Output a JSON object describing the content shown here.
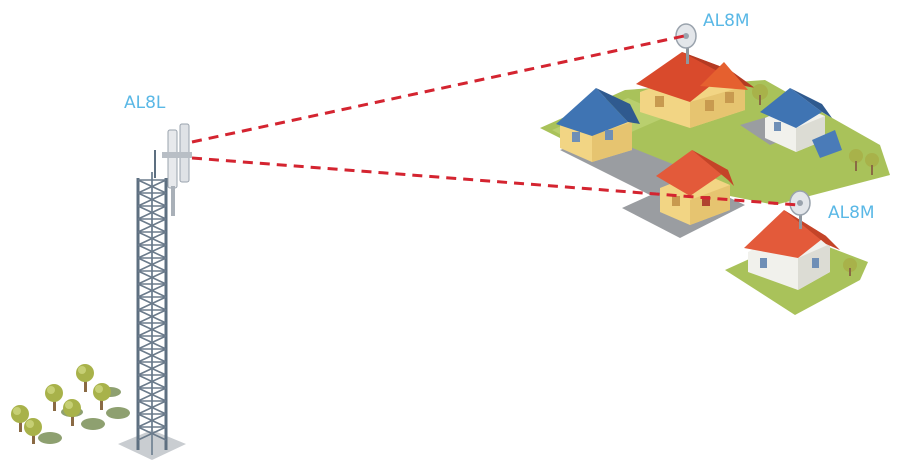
{
  "labels": {
    "base_station": "AL8L",
    "client_top": "AL8M",
    "client_bottom": "AL8M"
  },
  "colors": {
    "label": "#5ab8e6",
    "link": "#d42430",
    "tower": "#5d6f80",
    "grass": "#a9c25a",
    "tree_foliage": "#a8b24a"
  }
}
